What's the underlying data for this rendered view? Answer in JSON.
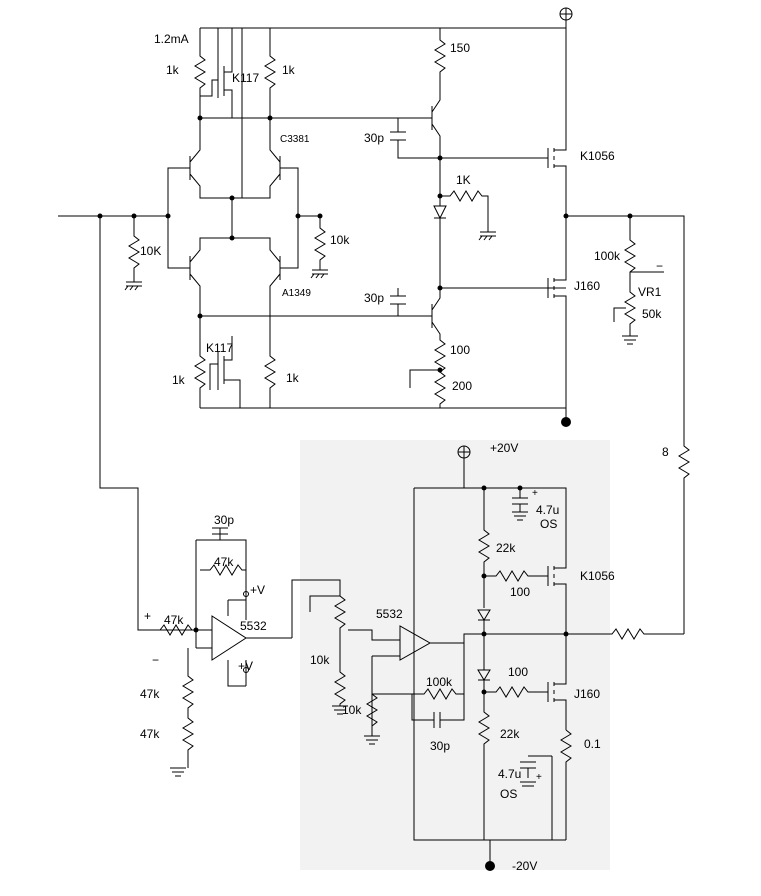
{
  "labels": {
    "current_1_2mA": "1.2mA",
    "r_1k_tl": "1k",
    "r_1k_tr": "1k",
    "q_k117_top": "K117",
    "q_c3381": "C3381",
    "r_10k_right": "10k",
    "r_10K_left": "10K",
    "q_a1349": "A1349",
    "q_k117_bottom": "K117",
    "r_1k_bl": "1k",
    "r_1k_br": "1k",
    "r_150": "150",
    "c_30p_top": "30p",
    "r_1K_mid": "1K",
    "c_30p_mid": "30p",
    "r_100_top": "100",
    "r_200": "200",
    "q_k1056_top": "K1056",
    "q_j160_top": "J160",
    "r_100k_vr": "100k",
    "vr1": "VR1",
    "r_50k": "50k",
    "minus_vr": "−",
    "r_8": "8",
    "plus_20v": "+20V",
    "c_4_7u_top": "4.7u",
    "os_top": "OS",
    "r_22k_top": "22k",
    "q_k1056_bot": "K1056",
    "r_100_gate_top": "100",
    "c_30p_left": "30p",
    "r_47k_fb": "47k",
    "plus_v_top": "+V",
    "op_5532_left": "5532",
    "plus_in": "+",
    "r_47k_in": "47k",
    "minus_in": "−",
    "r_47k_a": "47k",
    "r_47k_b": "47k",
    "plus_v_bottom": "+V",
    "op_5532_right": "5532",
    "r_10k_pot": "10k",
    "r_10k_gnd": "10k",
    "r_100_gate_bot": "100",
    "r_100k_fb": "100k",
    "q_j160_bot": "J160",
    "c_30p_right": "30p",
    "r_22k_bot": "22k",
    "r_0_1": "0.1",
    "c_4_7u_bot": "4.7u",
    "os_bot": "OS",
    "minus_20v": "-20V",
    "plus_cap_top": "+",
    "plus_cap_bot": "+"
  }
}
